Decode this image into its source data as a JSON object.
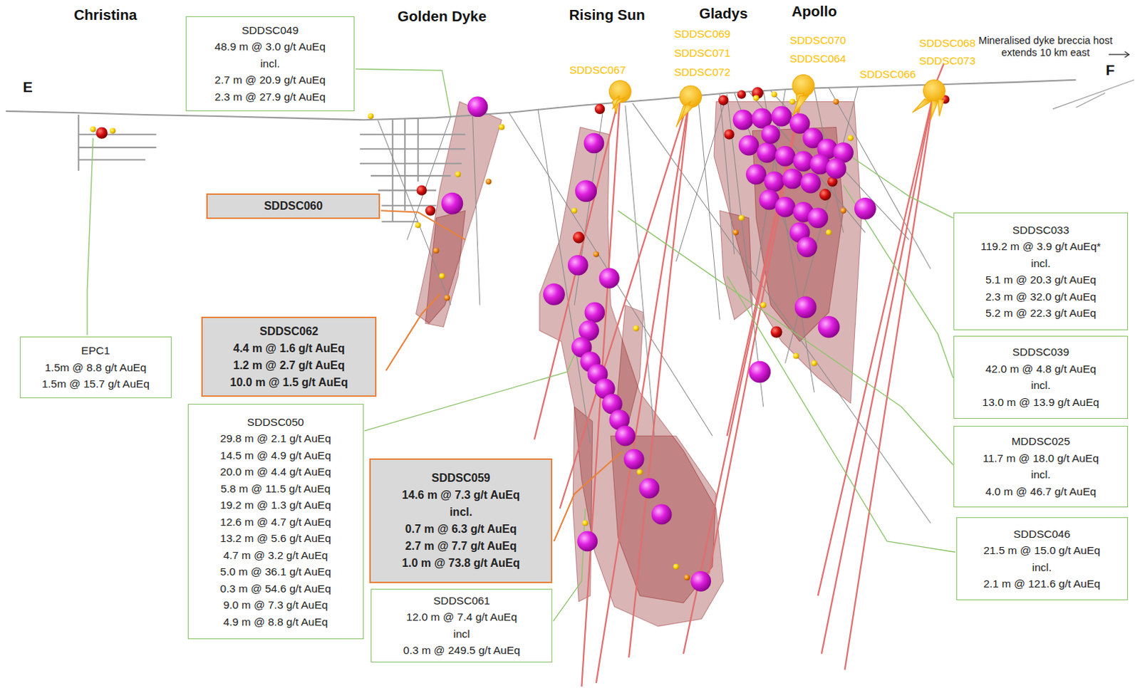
{
  "diagram": {
    "nodes": [
      {
        "text": [
          "SDDSC049",
          "48.9 m @ 3.0 g/t AuEq",
          "incl.",
          "2.7 m @ 20.9 g/t AuEq",
          "2.3 m @ 27.9 g/t AuEq"
        ]
      },
      {
        "text": [
          "SDDSC060"
        ]
      },
      {
        "text": [
          "SDDSC033",
          "119.2 m @ 3.9 g/t AuEq*",
          "incl.",
          "5.1 m @ 20.3 g/t AuEq",
          "2.3 m @ 32.0 g/t AuEq",
          "5.2 m @ 22.3 g/t AuEq"
        ]
      },
      {
        "text": [
          "EPC1",
          "1.5m @ 8.8 g/t AuEq",
          "1.5m @ 15.7 g/t AuEq"
        ]
      },
      {
        "text": [
          "SDDSC062",
          "4.4 m @ 1.6 g/t AuEq",
          "1.2 m @ 2.7 g/t AuEq",
          "10.0 m @ 1.5 g/t AuEq"
        ]
      },
      {
        "text": [
          "SDDSC039",
          "42.0 m @ 4.8 g/t AuEq",
          "incl.",
          "13.0 m @ 13.9 g/t AuEq"
        ]
      },
      {
        "text": [
          "SDDSC050",
          "29.8 m @ 2.1 g/t AuEq",
          "14.5 m @ 4.9 g/t AuEq",
          "20.0 m @ 4.4 g/t AuEq",
          "5.8 m @ 11.5 g/t AuEq",
          "19.2 m @ 1.3 g/t AuEq",
          "12.6 m @ 4.7 g/t AuEq",
          "13.2 m @ 5.6 g/t AuEq",
          "4.7 m @ 3.2 g/t AuEq",
          "5.0 m @ 36.1 g/t AuEq",
          "0.3 m @ 54.6 g/t AuEq",
          "9.0 m @ 7.3 g/t AuEq",
          "4.9 m @ 8.8 g/t AuEq"
        ]
      },
      {
        "text": [
          "MDDSC025",
          "11.7 m @ 18.0 g/t AuEq",
          "incl.",
          "4.0 m @ 46.7 g/t AuEq"
        ]
      },
      {
        "text": [
          "SDDSC059",
          "14.6 m @ 7.3 g/t AuEq",
          "incl.",
          "0.7 m @ 6.3 g/t AuEq",
          "2.7 m @ 7.7 g/t AuEq",
          "1.0 m @ 73.8 g/t AuEq"
        ]
      },
      {
        "text": [
          "SDDSC046",
          "21.5 m @ 15.0 g/t AuEq",
          "incl.",
          "2.1 m @ 121.6 g/t AuEq"
        ]
      },
      {
        "text": [
          "SDDSC061",
          "12.0 m @ 7.4 g/t AuEq",
          "incl",
          "0.3 m @ 249.5 g/t AuEq"
        ]
      }
    ],
    "labels": [
      "Christina",
      "Golden Dyke",
      "Rising Sun",
      "Gladys",
      "Apollo",
      "E",
      "F",
      "Mineralised dyke breccia host extends 10 km east",
      "SDDSC067",
      "SDDSC069",
      "SDDSC071",
      "SDDSC072",
      "SDDSC070",
      "SDDSC064",
      "SDDSC066",
      "SDDSC068",
      "SDDSC073"
    ]
  }
}
